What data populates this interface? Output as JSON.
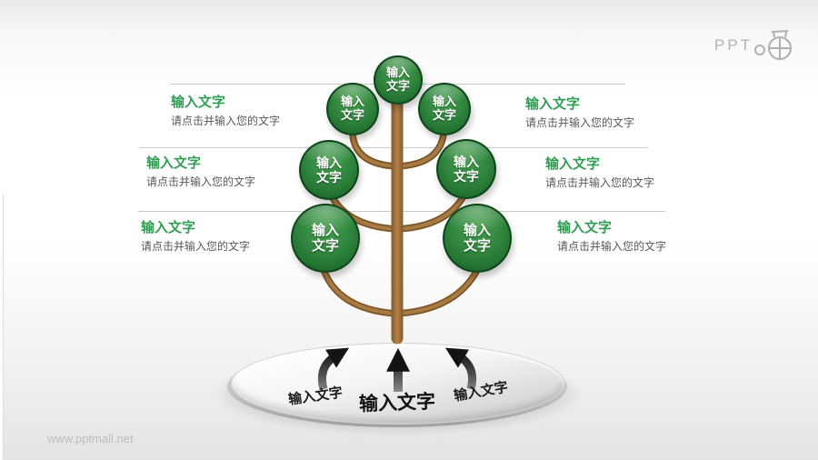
{
  "logo": {
    "text": "PPT"
  },
  "watermark": "www.pptmall.net",
  "left_notes": [
    {
      "title": "输入文字",
      "desc": "请点击并输入您的文字"
    },
    {
      "title": "输入文字",
      "desc": "请点击并输入您的文字"
    },
    {
      "title": "输入文字",
      "desc": "请点击并输入您的文字"
    }
  ],
  "right_notes": [
    {
      "title": "输入文字",
      "desc": "请点击并输入您的文字"
    },
    {
      "title": "输入文字",
      "desc": "请点击并输入您的文字"
    },
    {
      "title": "输入文字",
      "desc": "请点击并输入您的文字"
    }
  ],
  "tree_nodes": [
    {
      "line1": "输入",
      "line2": "文字"
    },
    {
      "line1": "输入",
      "line2": "文字"
    },
    {
      "line1": "输入",
      "line2": "文字"
    },
    {
      "line1": "输入",
      "line2": "文字"
    },
    {
      "line1": "输入",
      "line2": "文字"
    },
    {
      "line1": "输入",
      "line2": "文字"
    },
    {
      "line1": "输入",
      "line2": "文字"
    }
  ],
  "platform_labels": {
    "left": "输入文字",
    "center": "输入文字",
    "right": "输入文字"
  },
  "colors": {
    "title_green": "#2f9d52",
    "ball_green_dark": "#135323",
    "ball_green_mid": "#318740",
    "trunk_brown": "#a87a44",
    "trunk_brown_dark": "#7f5627",
    "desc_gray": "#58585a",
    "divider_gray": "#c9c9c9",
    "arrow_dark": "#141414",
    "logo_gray": "#b2b2b2"
  }
}
